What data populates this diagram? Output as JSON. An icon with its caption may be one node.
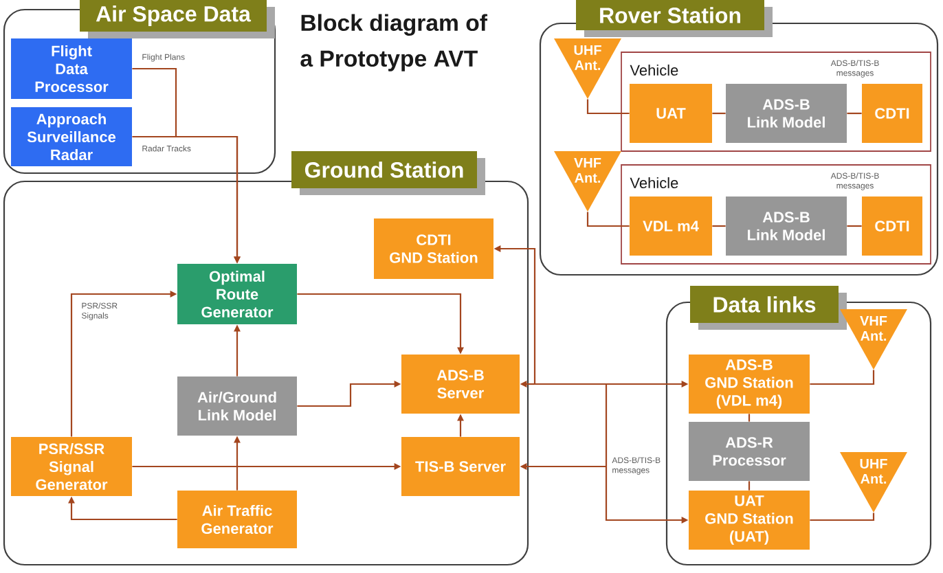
{
  "diagram": {
    "title": "Block diagram of a Prototype AVT",
    "nodes": [
      {
        "text": [
          "Air Space Data"
        ]
      },
      {
        "text": [
          "Flight Data Processor"
        ],
        "in": 0
      },
      {
        "text": [
          "Approach Surveillance Radar"
        ],
        "in": 0
      },
      {
        "text": [
          "Rover Station"
        ]
      },
      {
        "text": [
          "UHF Ant."
        ],
        "in": 3
      },
      {
        "text": [
          "Vehicle"
        ],
        "in": 3
      },
      {
        "text": [
          "UAT"
        ],
        "in": 5
      },
      {
        "text": [
          "ADS-B Link Model"
        ],
        "in": 5
      },
      {
        "text": [
          "CDTI"
        ],
        "in": 5
      },
      {
        "text": [
          "VHF Ant."
        ],
        "in": 3
      },
      {
        "text": [
          "Vehicle"
        ],
        "in": 3
      },
      {
        "text": [
          "VDL m4"
        ],
        "in": 10
      },
      {
        "text": [
          "ADS-B Link Model"
        ],
        "in": 10
      },
      {
        "text": [
          "CDTI"
        ],
        "in": 10
      },
      {
        "text": [
          "Ground Station"
        ]
      },
      {
        "text": [
          "CDTI GND Station"
        ],
        "in": 14
      },
      {
        "text": [
          "Optimal Route Generator"
        ],
        "in": 14
      },
      {
        "text": [
          "Air/Ground Link Model"
        ],
        "in": 14
      },
      {
        "text": [
          "ADS-B Server"
        ],
        "in": 14
      },
      {
        "text": [
          "PSR/SSR Signal Generator"
        ],
        "in": 14
      },
      {
        "text": [
          "TIS-B Server"
        ],
        "in": 14
      },
      {
        "text": [
          "Air Traffic Generator"
        ],
        "in": 14
      },
      {
        "text": [
          "Data links"
        ]
      },
      {
        "text": [
          "VHF Ant."
        ],
        "in": 22
      },
      {
        "text": [
          "ADS-B GND Station (VDL m4)"
        ],
        "in": 22
      },
      {
        "text": [
          "ADS-R Processor"
        ],
        "in": 22
      },
      {
        "text": [
          "UHF Ant."
        ],
        "in": 22
      },
      {
        "text": [
          "UAT GND Station (UAT)"
        ],
        "in": 22
      }
    ],
    "edges": [
      {
        "from": 1,
        "to": 16,
        "arrow": "to",
        "label": "Flight Plans"
      },
      {
        "from": 2,
        "to": 16,
        "arrow": "to",
        "label": "Radar Tracks"
      },
      {
        "from": 4,
        "to": 6,
        "arrow": "none"
      },
      {
        "from": 6,
        "to": 7,
        "arrow": "none"
      },
      {
        "from": 7,
        "to": 8,
        "arrow": "none",
        "label": "ADS-B/TIS-B messages"
      },
      {
        "from": 9,
        "to": 11,
        "arrow": "none"
      },
      {
        "from": 11,
        "to": 12,
        "arrow": "none"
      },
      {
        "from": 12,
        "to": 13,
        "arrow": "none",
        "label": "ADS-B/TIS-B messages"
      },
      {
        "from": 16,
        "to": 18,
        "arrow": "to"
      },
      {
        "from": 19,
        "to": 16,
        "arrow": "to",
        "label": "PSR/SSR Signals"
      },
      {
        "from": 21,
        "to": 17,
        "arrow": "to"
      },
      {
        "from": 17,
        "to": 16,
        "arrow": "to"
      },
      {
        "from": 17,
        "to": 18,
        "arrow": "to"
      },
      {
        "from": 19,
        "to": 20,
        "arrow": "to"
      },
      {
        "from": 20,
        "to": 18,
        "arrow": "to"
      },
      {
        "from": 21,
        "to": 19,
        "arrow": "to"
      },
      {
        "from": 18,
        "to": 24,
        "arrow": "both"
      },
      {
        "from": 15,
        "to": 24,
        "arrow": "both"
      },
      {
        "from": 20,
        "to": 24,
        "arrow": "both"
      },
      {
        "from": 18,
        "to": 27,
        "arrow": "both"
      },
      {
        "from": 15,
        "to": 27,
        "arrow": "both"
      },
      {
        "from": 20,
        "to": 27,
        "arrow": "both",
        "label": "ADS-B/TIS-B messages"
      },
      {
        "from": 24,
        "to": 23,
        "arrow": "none"
      },
      {
        "from": 24,
        "to": 25,
        "arrow": "none"
      },
      {
        "from": 25,
        "to": 27,
        "arrow": "none"
      },
      {
        "from": 27,
        "to": 26,
        "arrow": "none"
      }
    ]
  }
}
